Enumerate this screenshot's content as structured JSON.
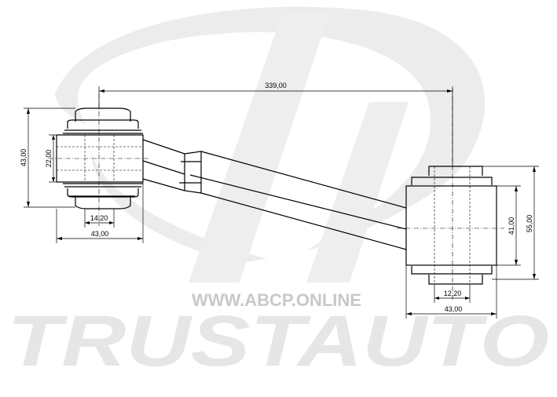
{
  "watermark": {
    "url": "WWW.ABCP.ONLINE",
    "brand": "TRUSTAUTO",
    "color": "#d9d9d9"
  },
  "dimensions": {
    "overall_length": "339,00",
    "left_height_outer": "43,00",
    "left_bore": "22,00",
    "left_inner_width": "14,20",
    "left_outer_width": "43,00",
    "right_height_inner": "41,00",
    "right_height_outer": "55,00",
    "right_inner_width": "12,20",
    "right_outer_width": "43,00"
  }
}
